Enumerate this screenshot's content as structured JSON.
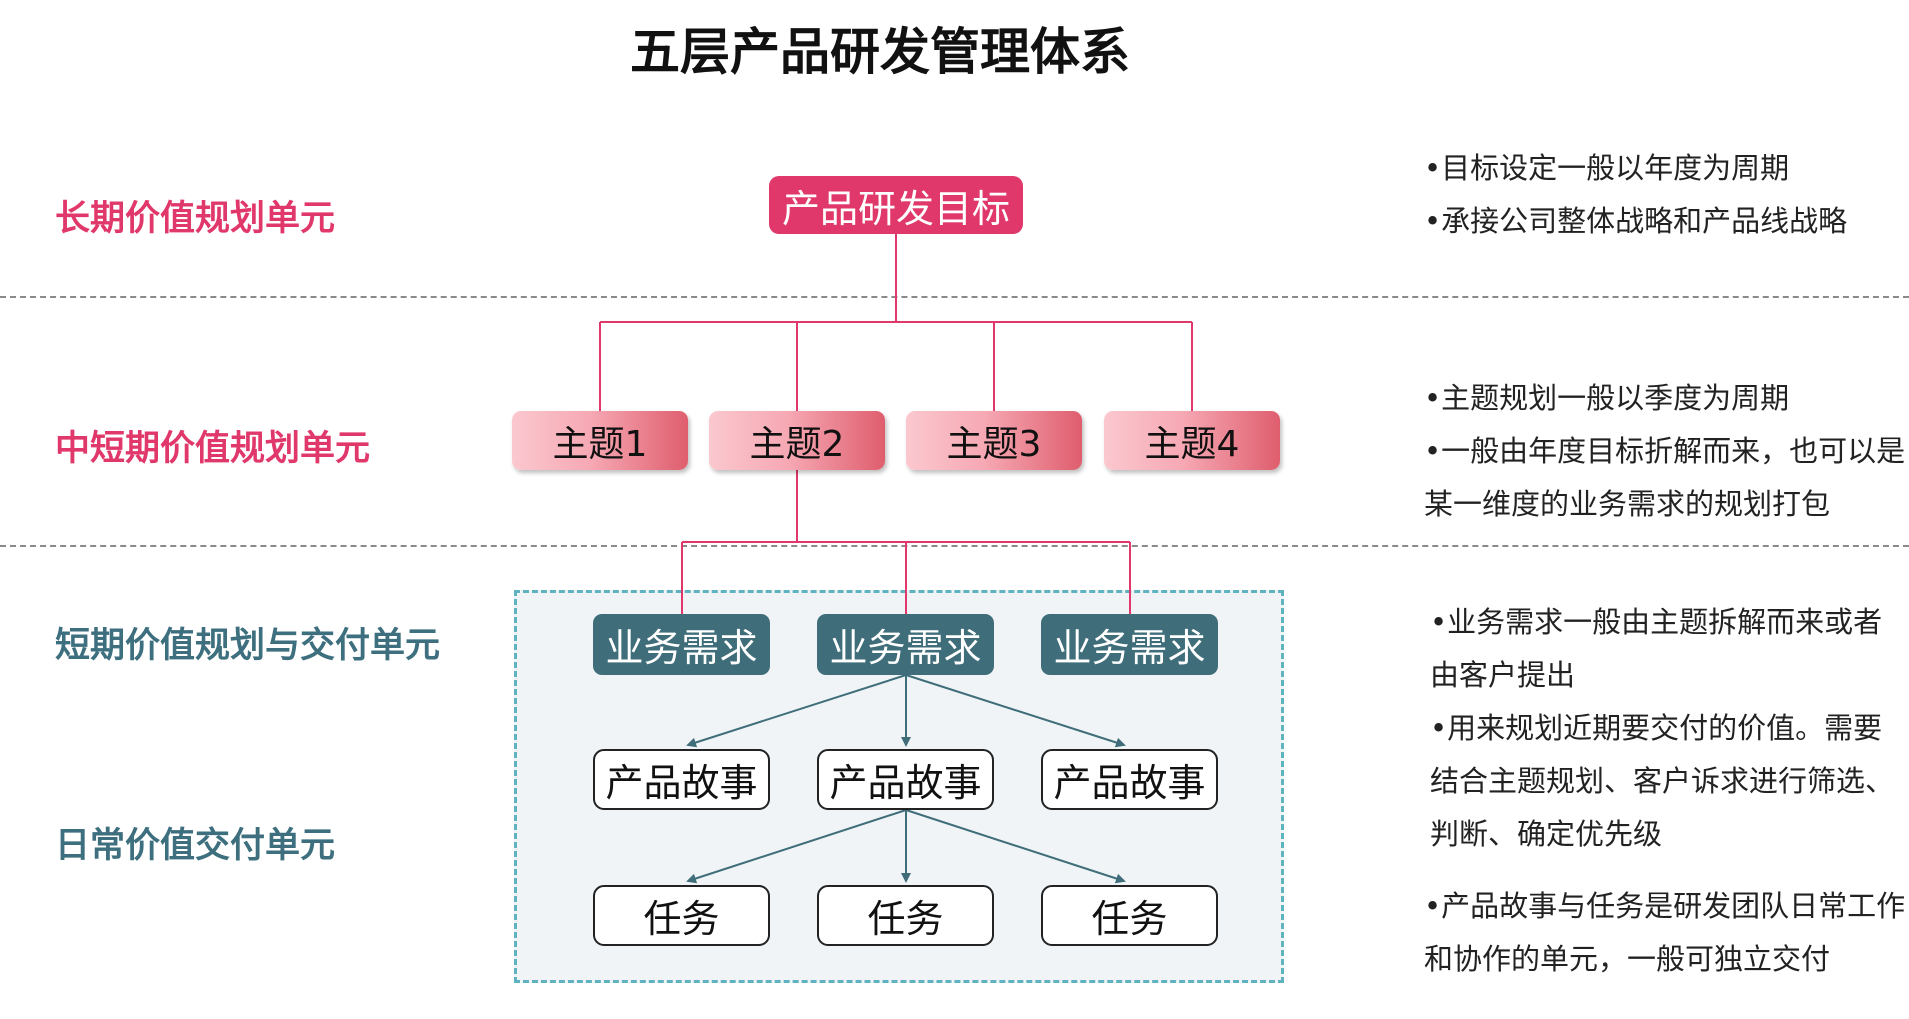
{
  "title": "五层产品研发管理体系",
  "levels": {
    "long_term": "长期价值规划单元",
    "mid_short_term": "中短期价值规划单元",
    "short_term": "短期价值规划与交付单元",
    "daily": "日常价值交付单元"
  },
  "nodes": {
    "goal": "产品研发目标",
    "themes": [
      "主题1",
      "主题2",
      "主题3",
      "主题4"
    ],
    "requirements": [
      "业务需求",
      "业务需求",
      "业务需求"
    ],
    "stories": [
      "产品故事",
      "产品故事",
      "产品故事"
    ],
    "tasks": [
      "任务",
      "任务",
      "任务"
    ]
  },
  "notes": {
    "long_term": [
      "•目标设定一般以年度为周期",
      "•承接公司整体战略和产品线战略"
    ],
    "mid_short_term": [
      "•主题规划一般以季度为周期",
      "•一般由年度目标折解而来，也可以是",
      "某一维度的业务需求的规划打包"
    ],
    "short_term": [
      "•业务需求一般由主题拆解而来或者",
      "由客户提出",
      "•用来规划近期要交付的价值。需要",
      "结合主题规划、客户诉求进行筛选、",
      "判断、确定优先级"
    ],
    "daily": [
      "•产品故事与任务是研发团队日常工作",
      "和协作的单元，一般可独立交付"
    ]
  },
  "colors": {
    "pink_accent": "#e0386a",
    "teal_accent": "#3f6e7a",
    "panel_border": "#5fb3c0",
    "panel_fill": "#f0f4f6"
  }
}
